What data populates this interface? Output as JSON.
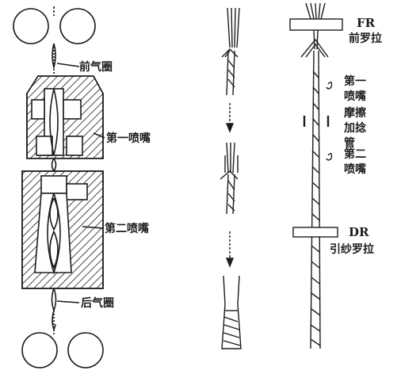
{
  "left_panel": {
    "front_air_ring": "前气圈",
    "first_nozzle": "第一喷嘴",
    "second_nozzle": "第二喷嘴",
    "rear_air_ring": "后气圈"
  },
  "right_panel": {
    "fr_code": "FR",
    "front_roller": "前罗拉",
    "first_nozzle": "第一喷嘴",
    "friction_twist_tube": "摩擦加捻管",
    "second_nozzle": "第二喷嘴",
    "dr_code": "DR",
    "draw_roller": "引纱罗拉"
  },
  "colors": {
    "ink": "#1c1c1c",
    "background": "#ffffff",
    "roller_fill": "#ffffff"
  }
}
